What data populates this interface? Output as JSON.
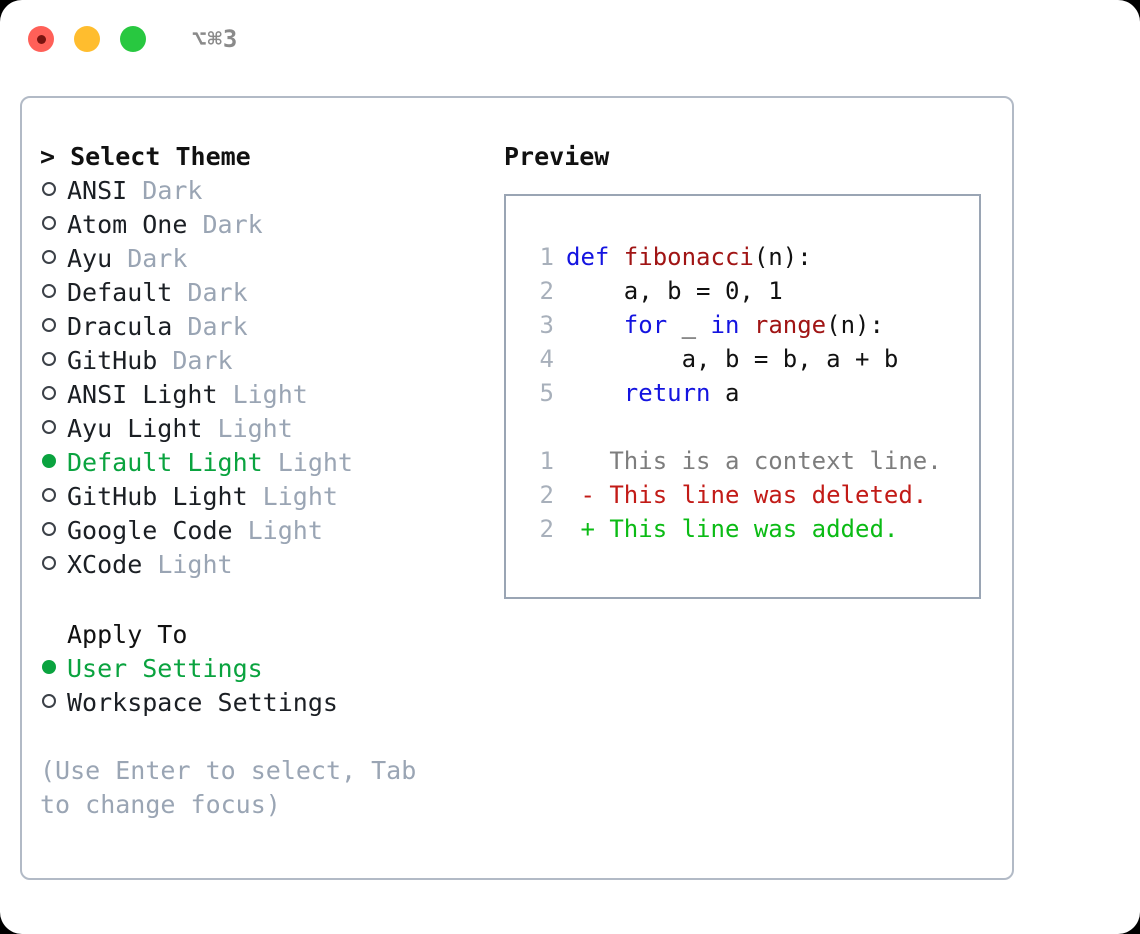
{
  "titlebar": {
    "shortcut": "⌥⌘3",
    "lights": [
      "close",
      "minimize",
      "zoom"
    ]
  },
  "theme_picker": {
    "header": "> Select Theme",
    "options": [
      {
        "marker": "hollow",
        "label": "ANSI",
        "tag": "Dark",
        "selected": false
      },
      {
        "marker": "hollow",
        "label": "Atom One",
        "tag": "Dark",
        "selected": false
      },
      {
        "marker": "hollow",
        "label": "Ayu",
        "tag": "Dark",
        "selected": false
      },
      {
        "marker": "hollow",
        "label": "Default",
        "tag": "Dark",
        "selected": false
      },
      {
        "marker": "hollow",
        "label": "Dracula",
        "tag": "Dark",
        "selected": false
      },
      {
        "marker": "hollow",
        "label": "GitHub",
        "tag": "Dark",
        "selected": false
      },
      {
        "marker": "hollow",
        "label": "ANSI Light",
        "tag": "Light",
        "selected": false
      },
      {
        "marker": "hollow",
        "label": "Ayu Light",
        "tag": "Light",
        "selected": false
      },
      {
        "marker": "filled",
        "label": "Default Light",
        "tag": "Light",
        "selected": true
      },
      {
        "marker": "hollow",
        "label": "GitHub Light",
        "tag": "Light",
        "selected": false
      },
      {
        "marker": "hollow",
        "label": "Google Code",
        "tag": "Light",
        "selected": false
      },
      {
        "marker": "hollow",
        "label": "XCode",
        "tag": "Light",
        "selected": false
      }
    ]
  },
  "apply_to": {
    "header": "Apply To",
    "options": [
      {
        "marker": "filled",
        "label": "User Settings",
        "selected": true
      },
      {
        "marker": "hollow",
        "label": "Workspace Settings",
        "selected": false
      }
    ]
  },
  "hint": "(Use Enter to select, Tab to change focus)",
  "preview": {
    "title": "Preview",
    "code_lines": [
      {
        "no": "1",
        "tokens": [
          {
            "t": "def ",
            "c": "kw"
          },
          {
            "t": "fibonacci",
            "c": "fn"
          },
          {
            "t": "(n):",
            "c": "plain"
          }
        ]
      },
      {
        "no": "2",
        "tokens": [
          {
            "t": "    a, b = 0, 1",
            "c": "plain"
          }
        ]
      },
      {
        "no": "3",
        "tokens": [
          {
            "t": "    ",
            "c": "plain"
          },
          {
            "t": "for",
            "c": "kw"
          },
          {
            "t": " _ ",
            "c": "plain"
          },
          {
            "t": "in",
            "c": "kw"
          },
          {
            "t": " ",
            "c": "plain"
          },
          {
            "t": "range",
            "c": "fn"
          },
          {
            "t": "(n):",
            "c": "plain"
          }
        ]
      },
      {
        "no": "4",
        "tokens": [
          {
            "t": "        a, b = b, a + b",
            "c": "plain"
          }
        ]
      },
      {
        "no": "5",
        "tokens": [
          {
            "t": "    ",
            "c": "plain"
          },
          {
            "t": "return",
            "c": "kw"
          },
          {
            "t": " a",
            "c": "plain"
          }
        ]
      }
    ],
    "diff_lines": [
      {
        "no": "1",
        "marker": " ",
        "text": "This is a context line.",
        "kind": "ctx"
      },
      {
        "no": "2",
        "marker": "-",
        "text": "This line was deleted.",
        "kind": "del"
      },
      {
        "no": "2",
        "marker": "+",
        "text": "This line was added.",
        "kind": "add"
      }
    ]
  },
  "colors": {
    "accent_green": "#0aa33f",
    "muted": "#9aa5b4",
    "keyword_blue": "#1414e0",
    "function_red": "#a01414",
    "diff_delete": "#c21b17",
    "diff_add": "#0bbb15",
    "border": "#b2bac6"
  }
}
